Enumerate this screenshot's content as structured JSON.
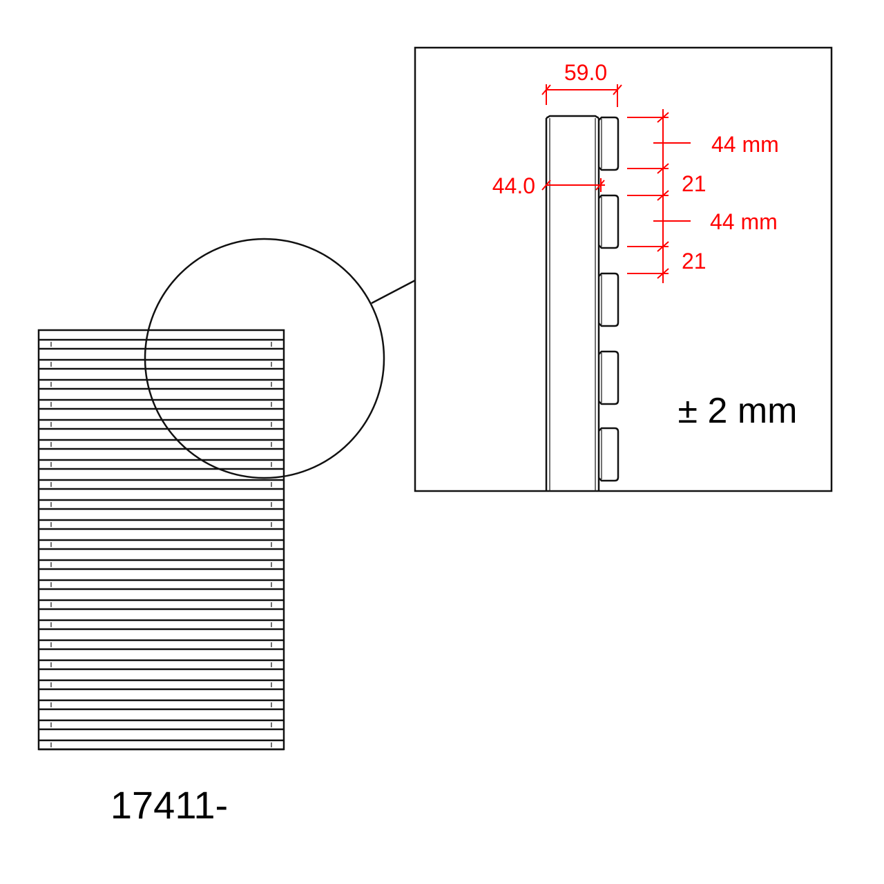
{
  "product_code": "17411-",
  "tolerance": "± 2 mm",
  "dimensions": {
    "overall_depth": "59.0",
    "frame_depth": "44.0",
    "bar_height_1": "44 mm",
    "bar_gap_1": "21",
    "bar_height_2": "44 mm",
    "bar_gap_2": "21"
  },
  "colors": {
    "dimension": "#ff0000",
    "line": "#111111",
    "background": "#ffffff"
  }
}
